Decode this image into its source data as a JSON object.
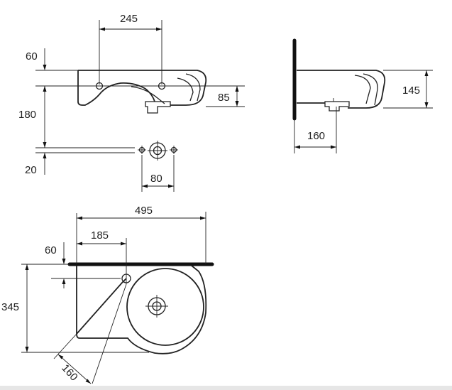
{
  "dimensions": {
    "tap_hole_spacing": "245",
    "top_offset_front": "60",
    "height_overall": "180",
    "drain_height": "85",
    "bottom_offset": "20",
    "waste_spacing": "80",
    "side_height": "145",
    "side_depth": "160",
    "total_width": "495",
    "tap_hole_from_left": "185",
    "top_offset_plan": "60",
    "total_depth": "345",
    "diagonal": "160"
  },
  "colors": {
    "line": "#222222",
    "wall": "#111111",
    "background": "#ffffff",
    "strip": "#e6e6e6"
  }
}
